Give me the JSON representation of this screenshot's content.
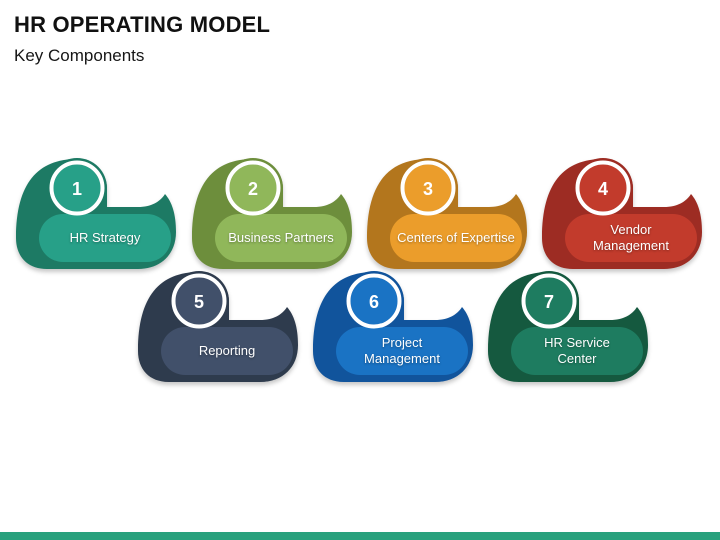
{
  "slide": {
    "title": "HR OPERATING MODEL",
    "subtitle": "Key Components",
    "accent_bar_color": "#28a17d",
    "background_color": "#ffffff",
    "title_color": "#111111"
  },
  "items": [
    {
      "number": "1",
      "label": "HR Strategy",
      "outer": "#1d7a64",
      "inner": "#27a088"
    },
    {
      "number": "2",
      "label": "Business Partners",
      "outer": "#6d8e3c",
      "inner": "#90b75a"
    },
    {
      "number": "3",
      "label": "Centers of Expertise",
      "outer": "#b3761d",
      "inner": "#eb9d2b"
    },
    {
      "number": "4",
      "label": "Vendor\nManagement",
      "outer": "#9d2c23",
      "inner": "#c23b2c"
    },
    {
      "number": "5",
      "label": "Reporting",
      "outer": "#2e3b4d",
      "inner": "#41506a"
    },
    {
      "number": "6",
      "label": "Project\nManagement",
      "outer": "#11549c",
      "inner": "#1a73c4"
    },
    {
      "number": "7",
      "label": "HR Service\nCenter",
      "outer": "#15593f",
      "inner": "#1e7c60"
    }
  ]
}
